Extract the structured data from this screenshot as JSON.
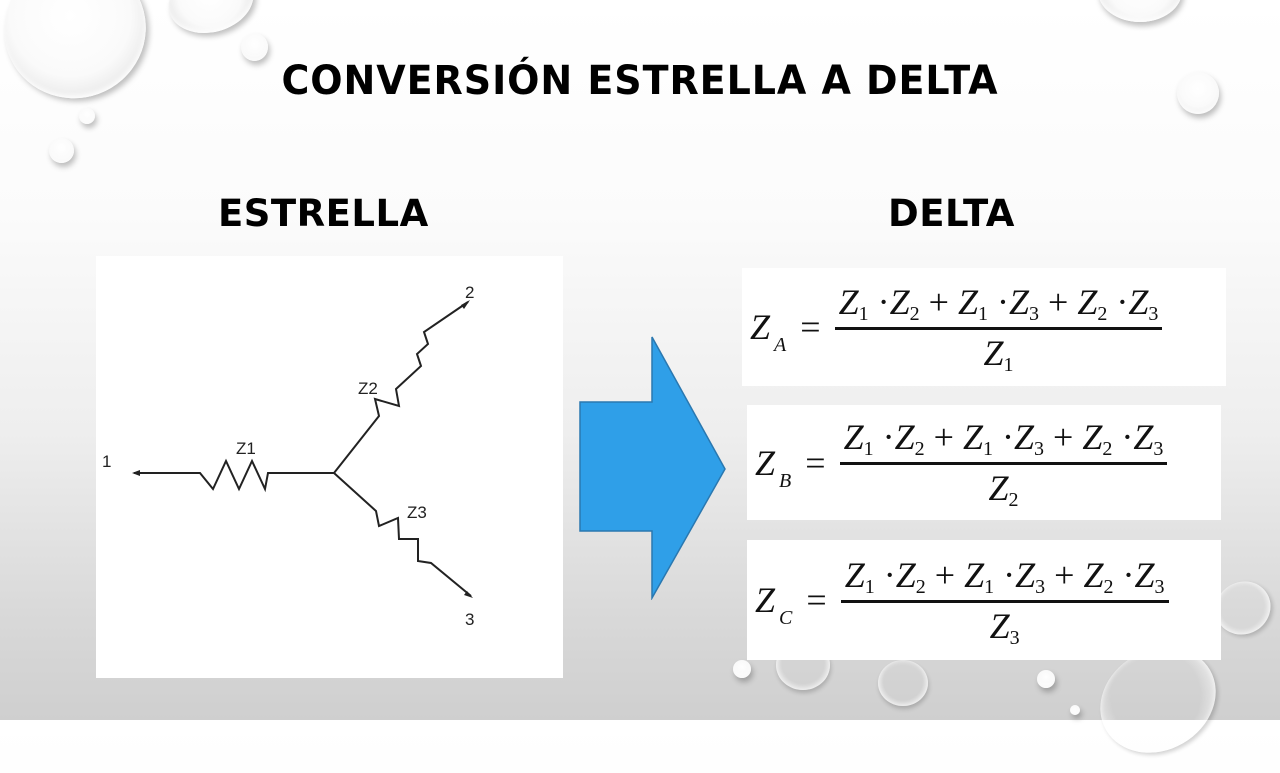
{
  "slide": {
    "title": "CONVERSIÓN ESTRELLA A DELTA",
    "left_heading": "ESTRELLA",
    "right_heading": "DELTA",
    "arrow_color": "#2F9FE8",
    "arrow_border": "#2A78B0"
  },
  "star_diagram": {
    "terminals": [
      "1",
      "2",
      "3"
    ],
    "impedances": [
      "Z1",
      "Z2",
      "Z3"
    ]
  },
  "formulas": [
    {
      "lhs_var": "Z",
      "lhs_sub": "A",
      "equals": "=",
      "numerator": [
        {
          "v": "Z",
          "s": "1"
        },
        {
          "op": "·"
        },
        {
          "v": "Z",
          "s": "2"
        },
        {
          "op": "+"
        },
        {
          "v": "Z",
          "s": "1"
        },
        {
          "op": "·"
        },
        {
          "v": "Z",
          "s": "3"
        },
        {
          "op": "+"
        },
        {
          "v": "Z",
          "s": "2"
        },
        {
          "op": "·"
        },
        {
          "v": "Z",
          "s": "3"
        }
      ],
      "numerator_text": "Z1·Z2 + Z1·Z3 + Z2·Z3",
      "den_var": "Z",
      "den_sub": "1"
    },
    {
      "lhs_var": "Z",
      "lhs_sub": "B",
      "equals": "=",
      "numerator_text": "Z1·Z2 + Z1·Z3 + Z2·Z3",
      "den_var": "Z",
      "den_sub": "2"
    },
    {
      "lhs_var": "Z",
      "lhs_sub": "C",
      "equals": "=",
      "numerator_text": "Z1·Z2 + Z1·Z3 + Z2·Z3",
      "den_var": "Z",
      "den_sub": "3"
    }
  ],
  "numerator_parts": {
    "z": "Z",
    "s1": "1",
    "s2": "2",
    "s3": "3",
    "dot": "·",
    "plus": "+"
  }
}
